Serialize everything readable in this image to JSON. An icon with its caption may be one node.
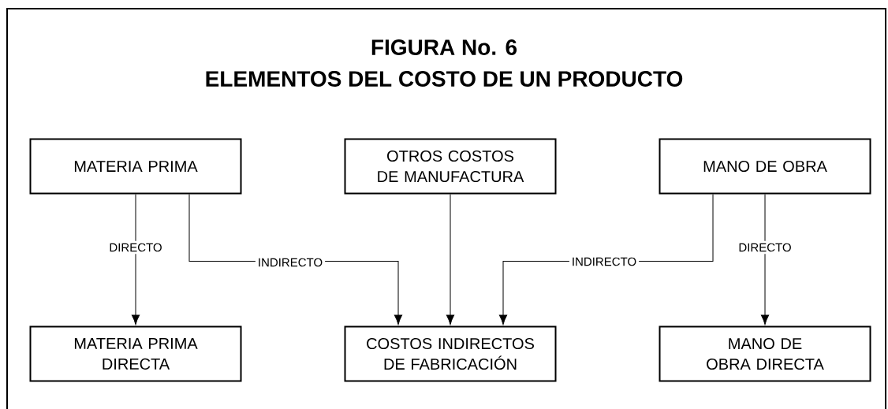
{
  "diagram": {
    "title": "FIGURA No. 6",
    "nodes": [
      {
        "text": [
          "MATERIA PRIMA"
        ]
      },
      {
        "text": [
          "OTROS COSTOS DE MANUFACTURA"
        ]
      },
      {
        "text": [
          "MANO DE OBRA"
        ]
      },
      {
        "text": [
          "MATERIA PRIMA DIRECTA"
        ]
      },
      {
        "text": [
          "COSTOS INDIRECTOS DE FABRICACIÓN"
        ]
      },
      {
        "text": [
          "MANO DE OBRA DIRECTA"
        ]
      }
    ],
    "edges": [
      {
        "from": 0,
        "to": 3,
        "arrow": "to",
        "label": "DIRECTO"
      },
      {
        "from": 0,
        "to": 4,
        "arrow": "to",
        "label": "INDIRECTO"
      },
      {
        "from": 1,
        "to": 4,
        "arrow": "to"
      },
      {
        "from": 2,
        "to": 4,
        "arrow": "to",
        "label": "INDIRECTO"
      },
      {
        "from": 2,
        "to": 5,
        "arrow": "to",
        "label": "DIRECTO"
      }
    ],
    "labels": [
      "ELEMENTOS DEL COSTO DE UN PRODUCTO"
    ]
  }
}
